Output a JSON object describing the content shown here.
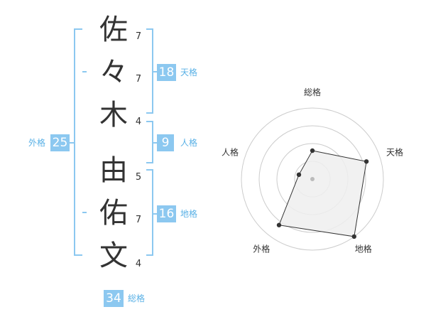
{
  "name": {
    "characters": [
      {
        "char": "佐",
        "strokes": "7"
      },
      {
        "char": "々",
        "strokes": "7"
      },
      {
        "char": "木",
        "strokes": "4"
      },
      {
        "char": "由",
        "strokes": "5"
      },
      {
        "char": "佑",
        "strokes": "7"
      },
      {
        "char": "文",
        "strokes": "4"
      }
    ]
  },
  "kaku": {
    "tenkaku": {
      "value": "18",
      "label": "天格"
    },
    "jinkaku": {
      "value": "9",
      "label": "人格"
    },
    "chikaku": {
      "value": "16",
      "label": "地格"
    },
    "gaikaku": {
      "value": "25",
      "label": "外格"
    },
    "soukaku": {
      "value": "34",
      "label": "総格"
    }
  },
  "colors": {
    "accent": "#8cc8f0",
    "accent_text": "#5ab1e6",
    "text": "#333333",
    "radar_fill": "#eeeeee",
    "ring": "#cccccc"
  },
  "chart_data": {
    "type": "radar",
    "axes": [
      "総格",
      "天格",
      "地格",
      "外格",
      "人格"
    ],
    "rings": 4,
    "max": 5,
    "values": [
      2,
      4,
      5,
      4,
      1
    ]
  }
}
